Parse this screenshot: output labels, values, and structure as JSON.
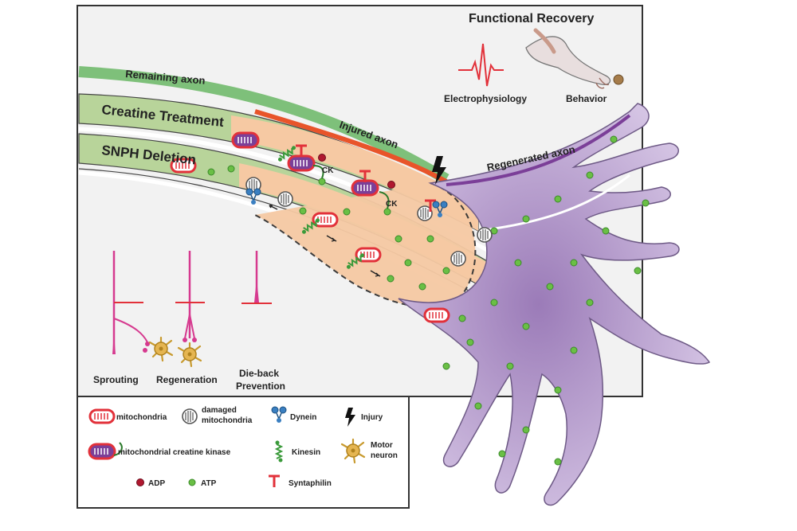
{
  "header": {
    "title": "Functional Recovery",
    "electrophysiology": "Electrophysiology",
    "behavior": "Behavior"
  },
  "axon_labels": {
    "remaining": "Remaining axon",
    "injured": "Injured axon",
    "regenerated": "Regenerated axon"
  },
  "band_labels": {
    "creatine": "Creatine Treatment",
    "snph": "SNPH Deletion"
  },
  "enzyme_label": "CK",
  "outcomes": {
    "sprouting": "Sprouting",
    "regeneration": "Regeneration",
    "dieback_line1": "Die-back",
    "dieback_line2": "Prevention"
  },
  "legend": {
    "mitochondria": "mitochondria",
    "damaged_line1": "damaged",
    "damaged_line2": "mitochondria",
    "dynein": "Dynein",
    "injury": "Injury",
    "mck": "mitochondrial creatine kinase",
    "kinesin": "Kinesin",
    "motor_line1": "Motor",
    "motor_line2": "neuron",
    "adp": "ADP",
    "atp": "ATP",
    "syntaphilin": "Syntaphilin"
  },
  "icons": [
    "lightning-icon",
    "ecg-icon",
    "paw-icon",
    "motor-neuron-icon",
    "dynein-icon",
    "kinesin-icon",
    "syntaphilin-icon"
  ],
  "colors": {
    "remaining_axon": "#7ec07a",
    "injured_axon": "#e8542a",
    "regenerated_axon": "#7b3f98",
    "creatine_band": "#b8d49a",
    "injured_fill": "#f6c9a3",
    "growth_cone": "#c9b3dc",
    "mitochondria": "#e2313a",
    "mck_fill": "#7b3f98",
    "atp": "#6abf45",
    "adp": "#b0182f",
    "neuron": "#e5b551",
    "pink_axon": "#d63a8f",
    "panel_bg": "#f2f2f2"
  }
}
